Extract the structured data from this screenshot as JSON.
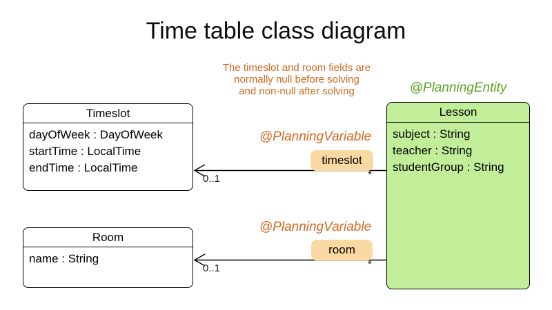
{
  "title": "Time table class diagram",
  "note": {
    "text": "The timeslot and room fields are\nnormally null before solving\nand non-null after solving",
    "color": "#d2691e"
  },
  "annotations": {
    "planning_entity": "@PlanningEntity",
    "planning_variable": "@PlanningVariable",
    "entity_color": "#5ba322",
    "variable_color": "#d2691e"
  },
  "classes": {
    "timeslot": {
      "name": "Timeslot",
      "fields": [
        "dayOfWeek : DayOfWeek",
        "startTime : LocalTime",
        "endTime : LocalTime"
      ],
      "fill": "#ffffff"
    },
    "room": {
      "name": "Room",
      "fields": [
        "name : String"
      ],
      "fill": "#ffffff"
    },
    "lesson": {
      "name": "Lesson",
      "fields": [
        "subject : String",
        "teacher : String",
        "studentGroup : String"
      ],
      "fill": "#c2ee9a"
    }
  },
  "associations": [
    {
      "label": "timeslot",
      "target_multiplicity": "0..1",
      "source_multiplicity": "*",
      "badge_fill": "#fbd9a2"
    },
    {
      "label": "room",
      "target_multiplicity": "0..1",
      "source_multiplicity": "*",
      "badge_fill": "#fbd9a2"
    }
  ]
}
